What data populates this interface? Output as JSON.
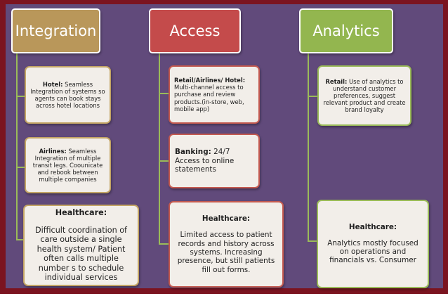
{
  "colors": {
    "frame": "#7b1420",
    "panel": "#614a7b",
    "connector": "#9bbb59",
    "integration": "#b9975a",
    "access": "#c44b4b",
    "analytics": "#93b64f",
    "card_fill": "#f2eee9"
  },
  "columns": [
    {
      "title": "Integration",
      "cards": [
        {
          "heading": "Hotel:",
          "text": " Seamless Integration of systems so agents can book stays across hotel locations"
        },
        {
          "heading": "Airlines:",
          "text": " Seamless Integration of multiple transit legs. Coounicate and rebook between multiple companies"
        },
        {
          "heading": "Healthcare:",
          "text": "Difficult coordination of care outside a single health system/ Patient often calls multiple number s to schedule individual services"
        }
      ]
    },
    {
      "title": "Access",
      "cards": [
        {
          "heading": "Retail/Airlines/ Hotel:",
          "text": "Multi-channel access to purchase and review products.(in-store, web, mobile app)"
        },
        {
          "heading": "Banking:",
          "text": " 24/7 Access to online statements"
        },
        {
          "heading": "Healthcare:",
          "text": "Limited access to patient records and history across systems. Increasing presence, but still patients fill out forms."
        }
      ]
    },
    {
      "title": "Analytics",
      "cards": [
        {
          "heading": "Retail:",
          "text": " Use of analytics to understand customer preferences, suggest relevant product and create brand loyalty"
        },
        {
          "heading": "Healthcare:",
          "text": "Analytics mostly focused on operations and financials vs. Consumer"
        }
      ]
    }
  ]
}
